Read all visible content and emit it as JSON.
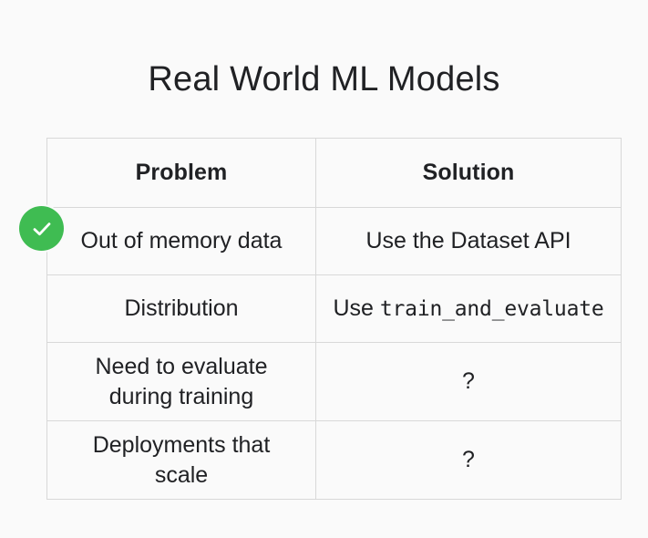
{
  "slide": {
    "title": "Real World ML Models",
    "background_color": "#fafafa",
    "text_color": "#202124",
    "border_color": "#d8d8d8"
  },
  "badge": {
    "name": "check-icon",
    "color": "#3fbc52",
    "glyph": "check"
  },
  "table": {
    "headers": [
      "Problem",
      "Solution"
    ],
    "rows": [
      {
        "problem": "Out of memory data",
        "solution_prefix": "Use the Dataset API",
        "solution_code": "",
        "checked": true
      },
      {
        "problem": "Distribution",
        "solution_prefix": "Use ",
        "solution_code": "train_and_evaluate",
        "checked": false
      },
      {
        "problem_line1": "Need to evaluate",
        "problem_line2": "during training",
        "solution_prefix": "?",
        "solution_code": "",
        "checked": false
      },
      {
        "problem_line1": "Deployments that",
        "problem_line2": "scale",
        "solution_prefix": "?",
        "solution_code": "",
        "checked": false
      }
    ]
  }
}
